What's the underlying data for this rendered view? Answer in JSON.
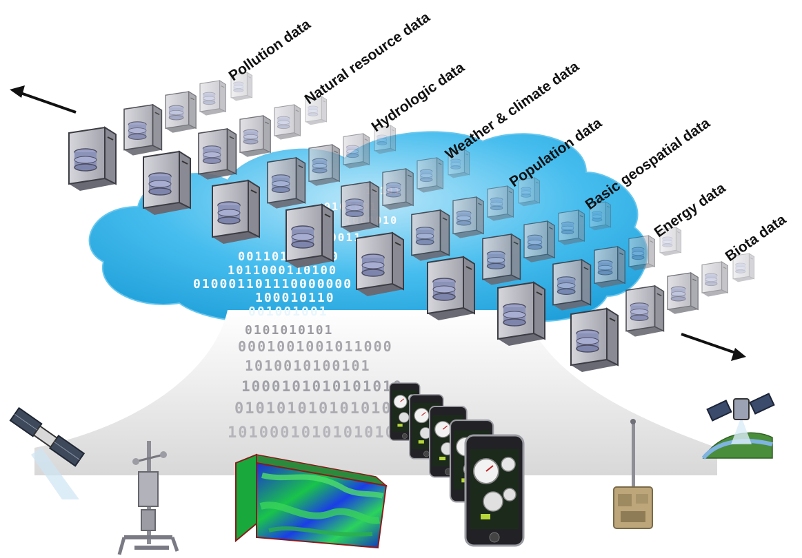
{
  "categories": [
    {
      "label": "Pollution data"
    },
    {
      "label": "Natural resource data"
    },
    {
      "label": "Hydrologic data"
    },
    {
      "label": "Weather & climate data"
    },
    {
      "label": "Population data"
    },
    {
      "label": "Basic geospatial data"
    },
    {
      "label": "Energy data"
    },
    {
      "label": "Biota data"
    }
  ],
  "binary_rows": [
    "10101",
    "0101001",
    "1000010",
    "100110011",
    "001101010010",
    "1011000110100",
    "010001101110000000",
    "100010110",
    "001001001",
    "0101010101",
    "0001001001011000",
    "1010010100101",
    "1000101010101010",
    "0101010101010101",
    "1010001010101010"
  ],
  "sources": [
    {
      "icon": "satellite-icon"
    },
    {
      "icon": "weather-station-icon"
    },
    {
      "icon": "data-cube-icon"
    },
    {
      "icon": "smartphone-stack-icon"
    },
    {
      "icon": "sensor-probe-icon"
    },
    {
      "icon": "earth-satellite-icon"
    }
  ],
  "colors": {
    "cloud": "#36b3e8",
    "cloud_light": "#a9e0f7",
    "server_face": "#b8b8c2",
    "server_dark": "#5c5c68",
    "disk": "#8c93b8",
    "label": "#111111",
    "arrow": "#111111"
  }
}
